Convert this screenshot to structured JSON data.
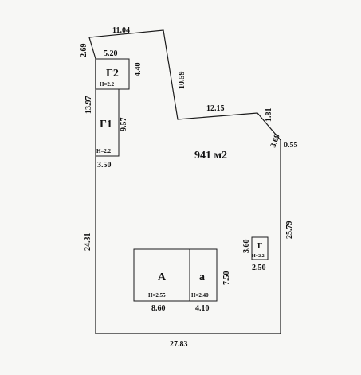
{
  "plot": {
    "area_label": "941 м2",
    "boundary": {
      "top_left_short": "2.69",
      "top": "11.04",
      "top_right_diag": "10.59",
      "mid_step": "12.15",
      "right_short_a": "1.81",
      "right_short_b": "3.69",
      "right_short_c": "0.55",
      "right": "25.79",
      "bottom": "27.83",
      "left_lower": "24.31",
      "left_upper": "13.97"
    }
  },
  "buildings": {
    "g2": {
      "name": "Г2",
      "height": "H=2.2",
      "width": "5.20",
      "depth": "4.40"
    },
    "g1": {
      "name": "Г1",
      "height": "H=2.2",
      "width": "3.50",
      "depth": "9.57"
    },
    "a_big": {
      "name": "А",
      "height": "H=2.55",
      "width": "8.60"
    },
    "a_small": {
      "name": "а",
      "height": "H=2.40",
      "width": "4.10",
      "depth": "7.50"
    },
    "g": {
      "name": "Г",
      "height": "H=2.2",
      "width": "2.50",
      "depth": "3.60"
    }
  }
}
